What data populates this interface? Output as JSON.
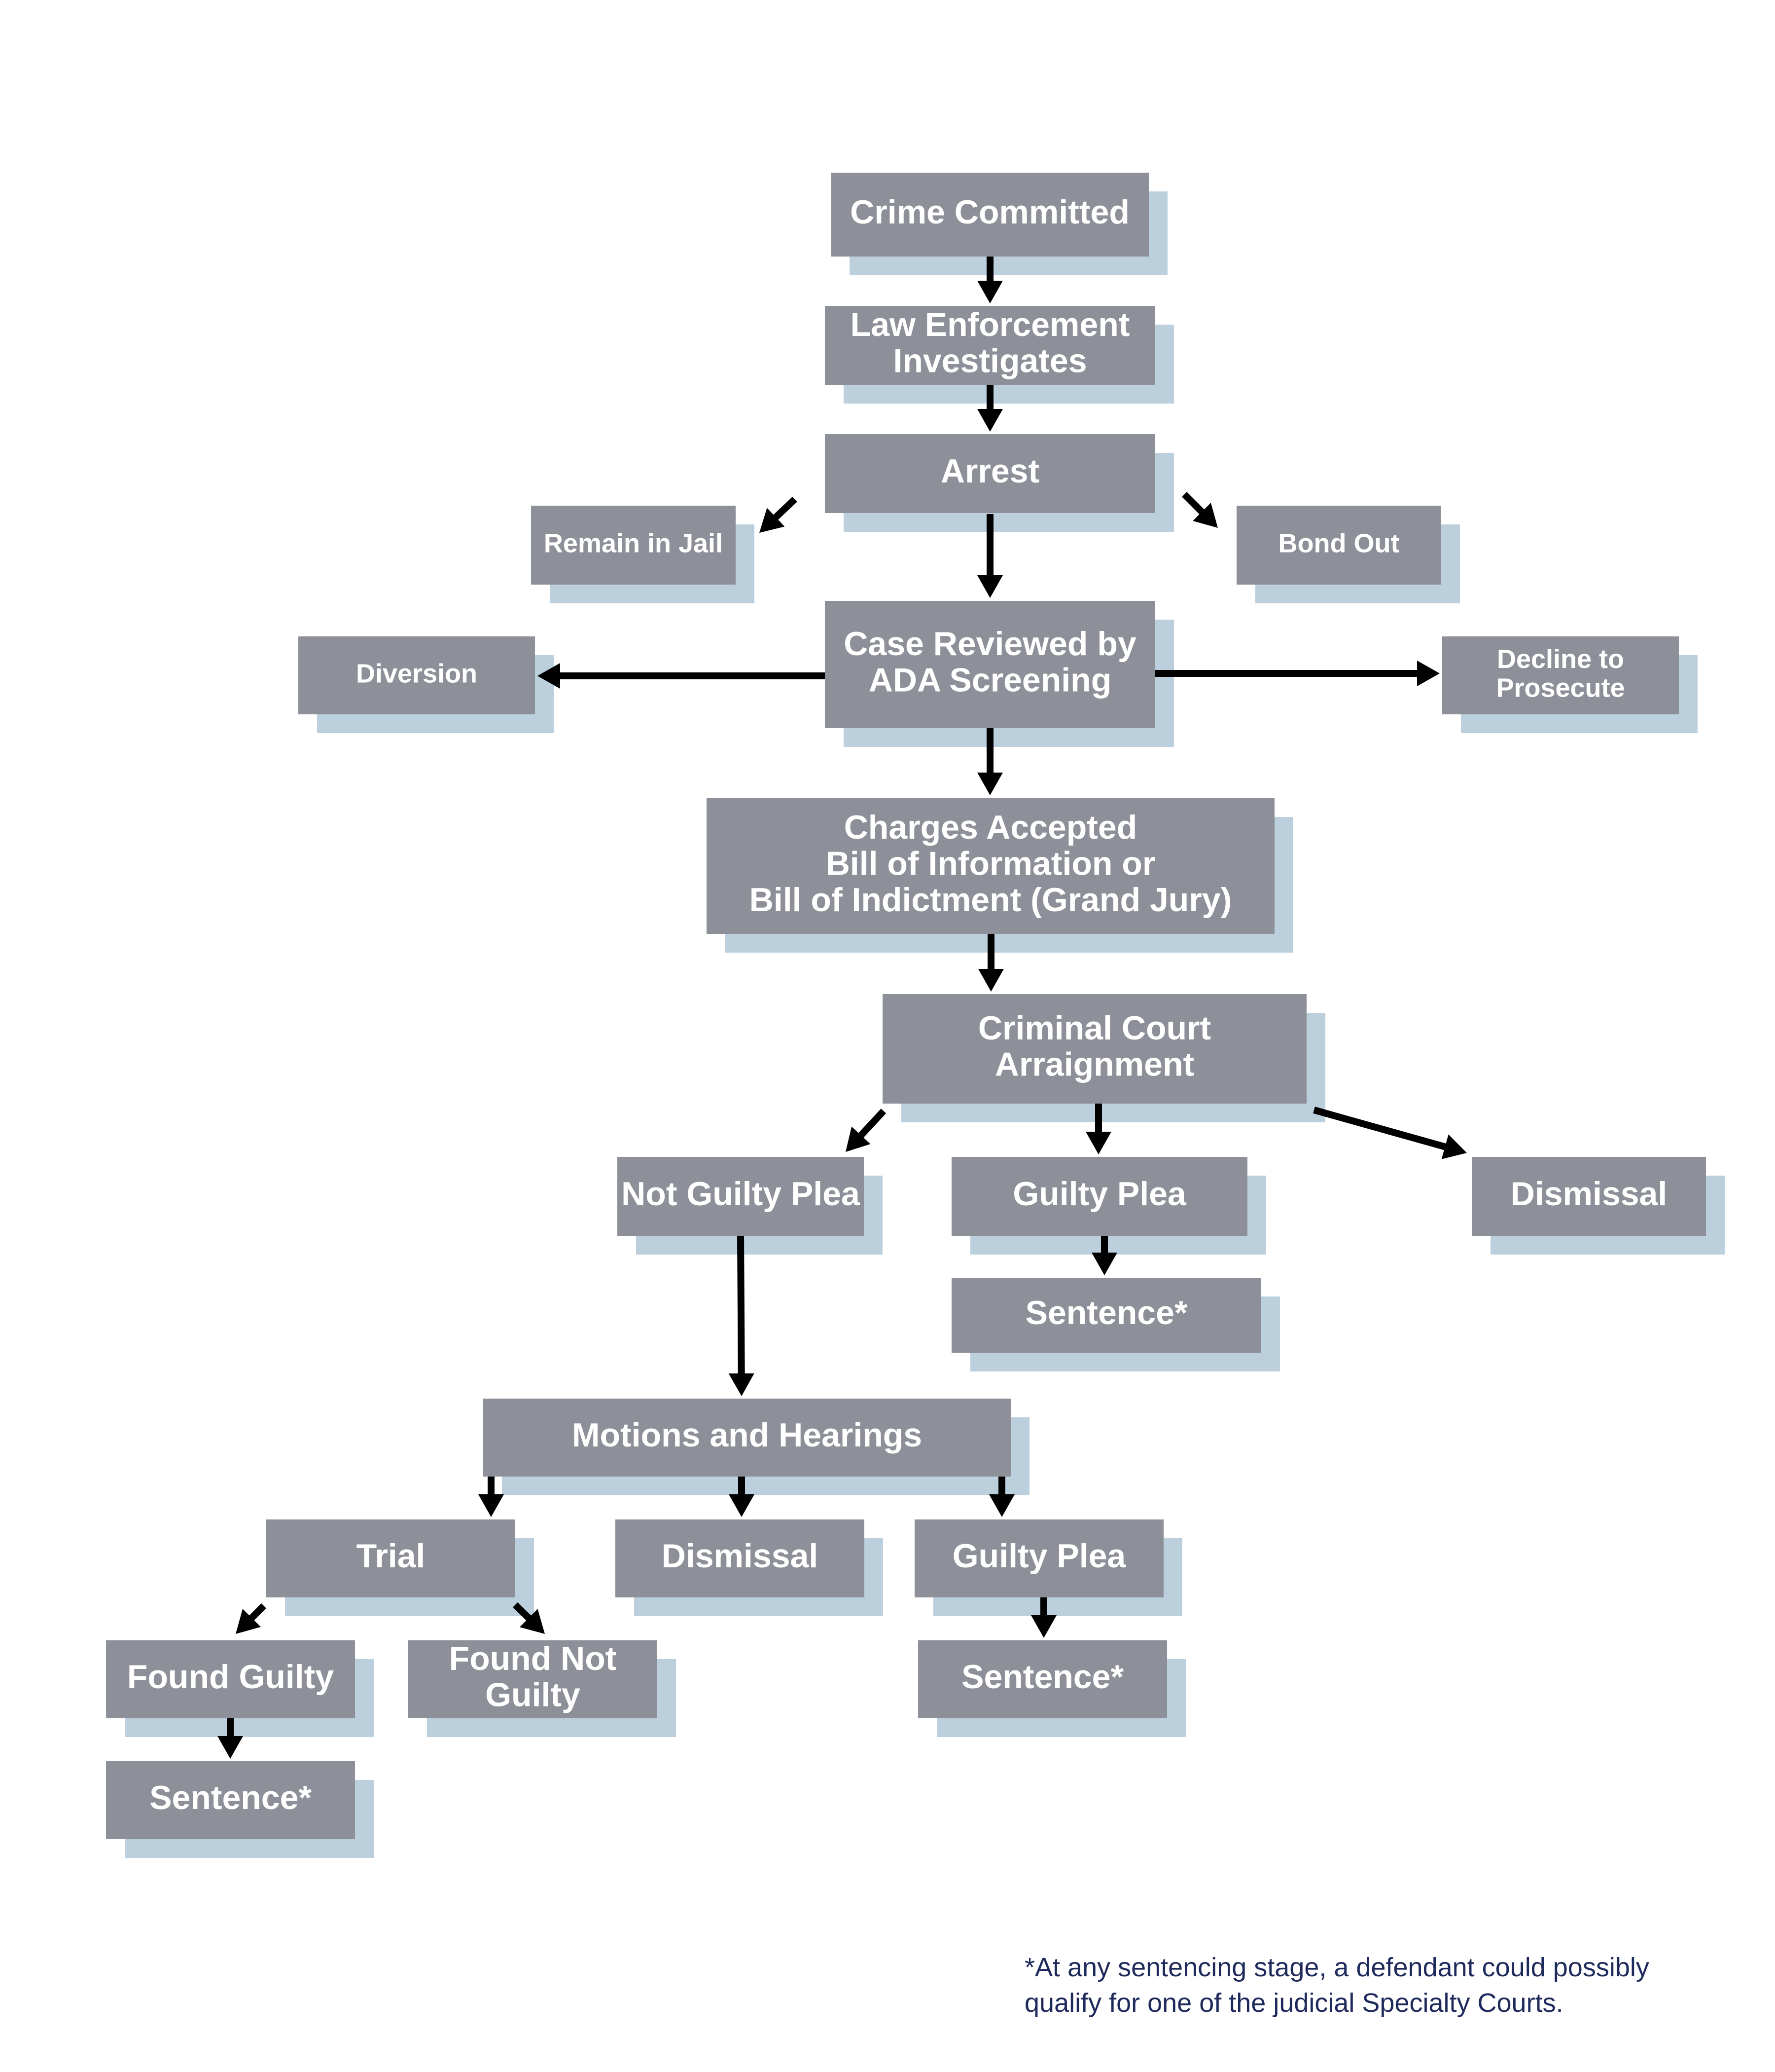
{
  "nodes": [
    {
      "id": "crime-committed",
      "lines": [
        "Crime Committed"
      ]
    },
    {
      "id": "law-enforcement",
      "lines": [
        "Law Enforcement",
        "Investigates"
      ]
    },
    {
      "id": "arrest",
      "lines": [
        "Arrest"
      ]
    },
    {
      "id": "remain-in-jail",
      "lines": [
        "Remain in Jail"
      ]
    },
    {
      "id": "bond-out",
      "lines": [
        "Bond Out"
      ]
    },
    {
      "id": "case-reviewed",
      "lines": [
        "Case Reviewed by",
        "ADA Screening"
      ]
    },
    {
      "id": "diversion",
      "lines": [
        "Diversion"
      ]
    },
    {
      "id": "decline",
      "lines": [
        "Decline to",
        "Prosecute"
      ]
    },
    {
      "id": "charges-accepted",
      "lines": [
        "Charges Accepted",
        "Bill of Information or",
        "Bill of Indictment (Grand Jury)"
      ]
    },
    {
      "id": "arraignment",
      "lines": [
        "Criminal Court",
        "Arraignment"
      ]
    },
    {
      "id": "not-guilty-plea",
      "lines": [
        "Not Guilty Plea"
      ]
    },
    {
      "id": "guilty-plea-1",
      "lines": [
        "Guilty Plea"
      ]
    },
    {
      "id": "dismissal-1",
      "lines": [
        "Dismissal"
      ]
    },
    {
      "id": "sentence-1",
      "lines": [
        "Sentence*"
      ]
    },
    {
      "id": "motions",
      "lines": [
        "Motions and Hearings"
      ]
    },
    {
      "id": "trial",
      "lines": [
        "Trial"
      ]
    },
    {
      "id": "dismissal-2",
      "lines": [
        "Dismissal"
      ]
    },
    {
      "id": "guilty-plea-2",
      "lines": [
        "Guilty Plea"
      ]
    },
    {
      "id": "found-guilty",
      "lines": [
        "Found Guilty"
      ]
    },
    {
      "id": "found-not-guilty",
      "lines": [
        "Found Not",
        "Guilty"
      ]
    },
    {
      "id": "sentence-2",
      "lines": [
        "Sentence*"
      ]
    },
    {
      "id": "sentence-3",
      "lines": [
        "Sentence*"
      ]
    }
  ],
  "edges": [
    {
      "from": "crime-committed",
      "to": "law-enforcement"
    },
    {
      "from": "law-enforcement",
      "to": "arrest"
    },
    {
      "from": "arrest",
      "to": "remain-in-jail"
    },
    {
      "from": "arrest",
      "to": "bond-out"
    },
    {
      "from": "arrest",
      "to": "case-reviewed"
    },
    {
      "from": "case-reviewed",
      "to": "diversion"
    },
    {
      "from": "case-reviewed",
      "to": "decline"
    },
    {
      "from": "case-reviewed",
      "to": "charges-accepted"
    },
    {
      "from": "charges-accepted",
      "to": "arraignment"
    },
    {
      "from": "arraignment",
      "to": "not-guilty-plea"
    },
    {
      "from": "arraignment",
      "to": "guilty-plea-1"
    },
    {
      "from": "arraignment",
      "to": "dismissal-1"
    },
    {
      "from": "guilty-plea-1",
      "to": "sentence-1"
    },
    {
      "from": "not-guilty-plea",
      "to": "motions"
    },
    {
      "from": "motions",
      "to": "trial"
    },
    {
      "from": "motions",
      "to": "dismissal-2"
    },
    {
      "from": "motions",
      "to": "guilty-plea-2"
    },
    {
      "from": "trial",
      "to": "found-guilty"
    },
    {
      "from": "trial",
      "to": "found-not-guilty"
    },
    {
      "from": "guilty-plea-2",
      "to": "sentence-2"
    },
    {
      "from": "found-guilty",
      "to": "sentence-3"
    }
  ],
  "footnote": {
    "line1": "*At any sentencing stage, a defendant could possibly",
    "line2": "qualify for one of the judicial Specialty Courts."
  },
  "colors": {
    "box": "#8e9099",
    "shadow": "#bccfdd",
    "text": "#ffffff",
    "arrow": "#000000",
    "footnote": "#1f2a5c"
  }
}
